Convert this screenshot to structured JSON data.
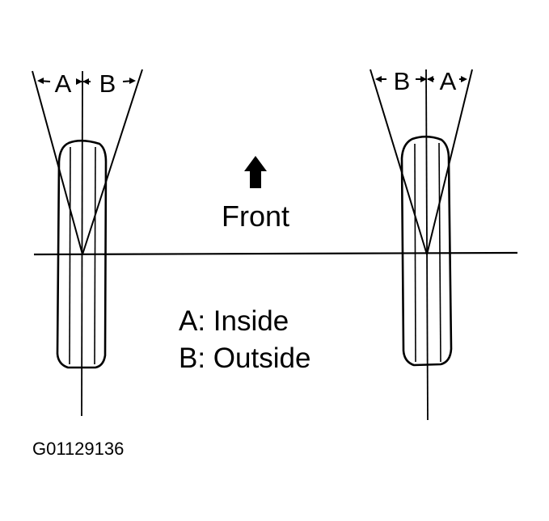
{
  "diagram": {
    "left_wheel": {
      "label_a": "A",
      "label_b": "B"
    },
    "right_wheel": {
      "label_a": "A",
      "label_b": "B"
    },
    "direction": {
      "label": "Front",
      "icon": "up-arrow-icon"
    },
    "legend": {
      "a": "A: Inside",
      "b": "B: Outside"
    },
    "figure_code": "G01129136"
  },
  "colors": {
    "ink": "#000000",
    "background": "#ffffff"
  }
}
